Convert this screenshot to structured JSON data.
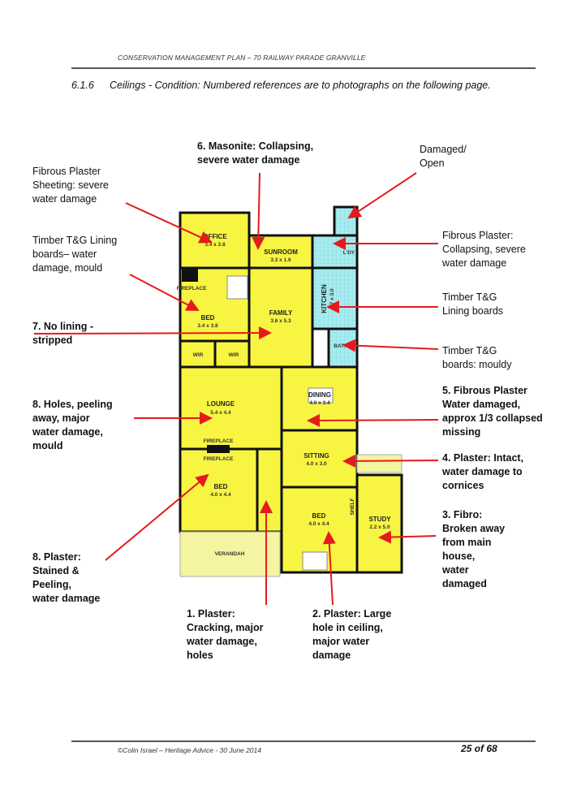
{
  "header": {
    "running_title": "CONSERVATION MANAGEMENT PLAN  –  70 RAILWAY PARADE GRANVILLE"
  },
  "section": {
    "number": "6.1.6",
    "title": "Ceilings - Condition: Numbered references are to photographs on the following page."
  },
  "colors": {
    "room": "#f7f542",
    "wet_area": "#a8ecf0",
    "verandah": "#f5f4a0",
    "arrow": "#e41a1c"
  },
  "rooms": {
    "office": {
      "name": "OFFICE",
      "dims": "3.4 x 2.8"
    },
    "sunroom": {
      "name": "SUNROOM",
      "dims": "3.3 x 1.6"
    },
    "laundry": {
      "name": "L'DY"
    },
    "bed1": {
      "name": "BED",
      "dims": "3.4 x 3.8"
    },
    "fireplace1": "FIREPLACE",
    "family": {
      "name": "FAMILY",
      "dims": "3.6 x 5.3"
    },
    "kitchen": {
      "name": "KITCHEN",
      "dims": "2.7 x 3.0"
    },
    "bath": "BATH",
    "wir1": "WIR",
    "wir2": "WIR",
    "lounge": {
      "name": "LOUNGE",
      "dims": "5.4 x 4.4"
    },
    "fireplace2": "FIREPLACE",
    "fireplace3": "FIREPLACE",
    "dining": {
      "name": "DINING",
      "dims": "4.0 x 3.4"
    },
    "sitting": {
      "name": "SITTING",
      "dims": "4.0 x 3.0"
    },
    "bed2": {
      "name": "BED",
      "dims": "4.0 x 4.4"
    },
    "bed3": {
      "name": "BED",
      "dims": "4.0 x 4.4"
    },
    "study": {
      "name": "STUDY",
      "dims": "2.2 x 5.0"
    },
    "shelf": "SHELF",
    "verandah": "VERANDAH"
  },
  "annotations": {
    "masonite": [
      "6. Masonite: Collapsing,",
      "severe water damage"
    ],
    "damaged_open": [
      "Damaged/",
      "Open"
    ],
    "fibrous_sheeting": [
      "Fibrous Plaster",
      "Sheeting: severe",
      "water damage"
    ],
    "timber_lining": [
      "Timber T&G Lining",
      "boards– water",
      "damage, mould"
    ],
    "no_lining": [
      "7. No lining -",
      "stripped"
    ],
    "holes": [
      "8. Holes, peeling",
      "away, major",
      "water damage,",
      "mould"
    ],
    "plaster8": [
      "8. Plaster:",
      "Stained &",
      "Peeling,",
      "water damage"
    ],
    "plaster1": [
      "1. Plaster:",
      "Cracking, major",
      "water damage,",
      "holes"
    ],
    "plaster2": [
      "2. Plaster: Large",
      "hole in ceiling,",
      "major water",
      "damage"
    ],
    "fibrous_collapsing": [
      "Fibrous Plaster:",
      "Collapsing, severe",
      "water damage"
    ],
    "timber_lining_r": [
      "Timber  T&G",
      "Lining boards"
    ],
    "timber_mouldy": [
      "Timber T&G",
      "boards: mouldy"
    ],
    "fibrous5": [
      "5. Fibrous Plaster",
      "Water damaged,",
      "approx 1/3 collapsed",
      "missing"
    ],
    "plaster4": [
      "4. Plaster: Intact,",
      "water damage to",
      "cornices"
    ],
    "fibro3": [
      "3. Fibro:",
      "Broken away",
      "from main",
      "house,",
      "water",
      "damaged"
    ]
  },
  "footer": {
    "credit": "©Colin Israel – Heritage Advice - 30 June 2014",
    "page": "25 of 68"
  }
}
